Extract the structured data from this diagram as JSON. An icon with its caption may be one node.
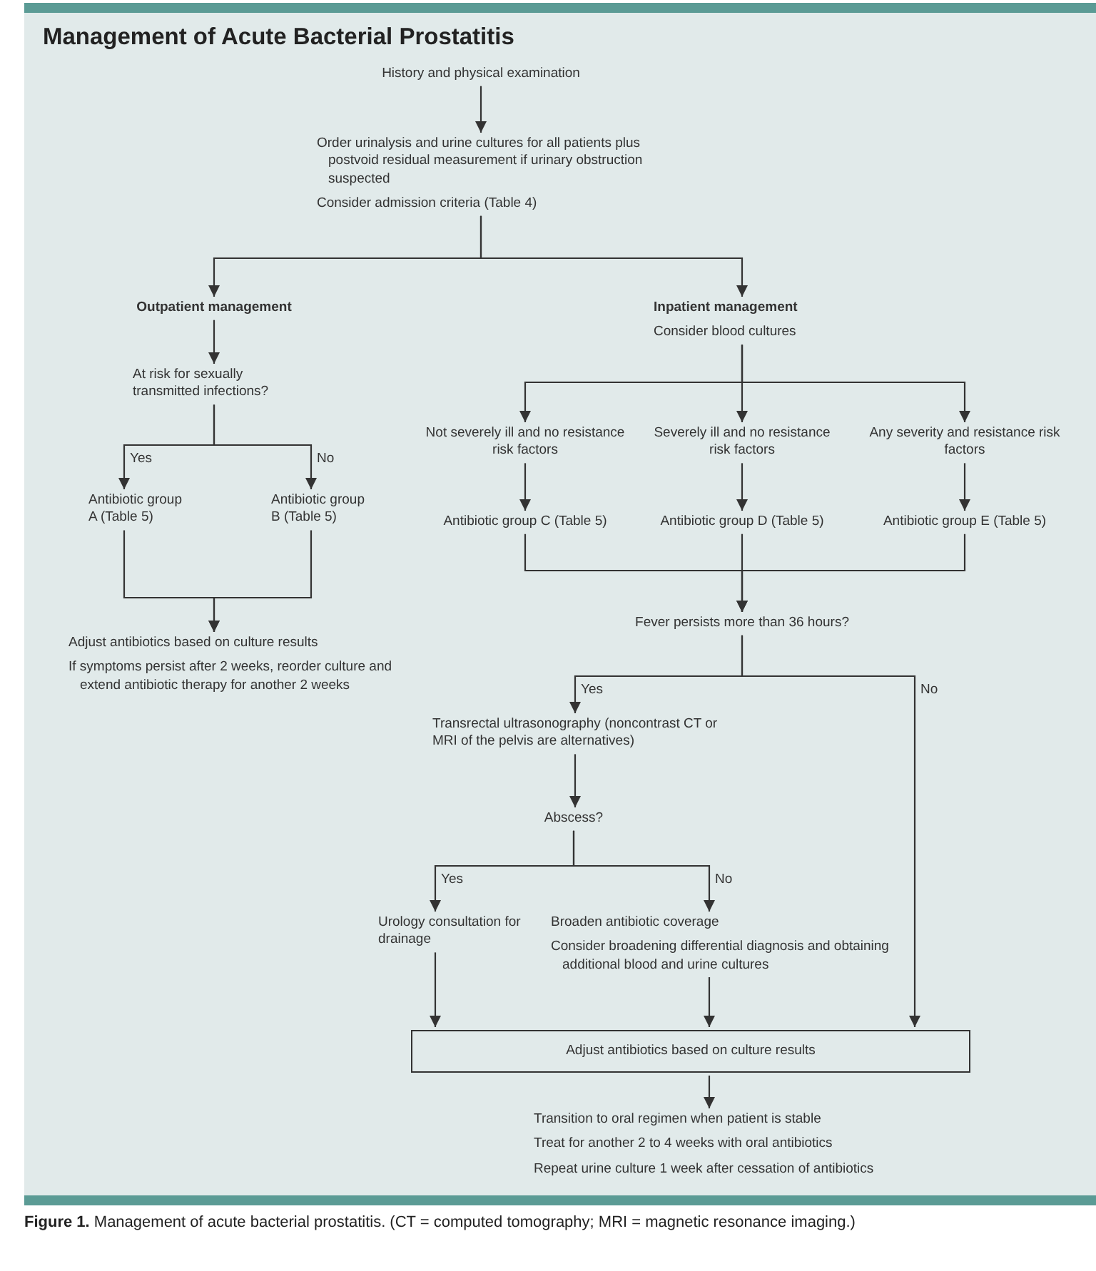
{
  "diagram": {
    "title": "Management of Acute Bacterial Prostatitis",
    "caption": "**Figure 1.** Management of acute bacterial prostatitis. (CT = computed tomography; MRI = magnetic resonance imaging.)",
    "nodes": [
      {
        "text": [
          "History and physical examination"
        ]
      },
      {
        "text": [
          "Order urinalysis and urine cultures for all patients plus postvoid residual measurement if urinary obstruction suspected",
          "Consider admission criteria (Table 4)"
        ]
      },
      {
        "text": [
          "Outpatient management"
        ]
      },
      {
        "text": [
          "Inpatient management",
          "Consider blood cultures"
        ]
      },
      {
        "text": [
          "At risk for sexually transmitted infections?"
        ]
      },
      {
        "text": [
          "Antibiotic group A (Table 5)"
        ]
      },
      {
        "text": [
          "Antibiotic group B (Table 5)"
        ]
      },
      {
        "text": [
          "Adjust antibiotics based on culture results",
          "If symptoms persist after 2 weeks, reorder culture and extend antibiotic therapy for another 2 weeks"
        ]
      },
      {
        "text": [
          "Not severely ill and no resistance risk factors"
        ]
      },
      {
        "text": [
          "Severely ill and no resistance risk factors"
        ]
      },
      {
        "text": [
          "Any severity and resistance risk factors"
        ]
      },
      {
        "text": [
          "Antibiotic group C (Table 5)"
        ]
      },
      {
        "text": [
          "Antibiotic group D (Table 5)"
        ]
      },
      {
        "text": [
          "Antibiotic group E (Table 5)"
        ]
      },
      {
        "text": [
          "Fever persists more than 36 hours?"
        ]
      },
      {
        "text": [
          "Transrectal ultrasonography (noncontrast CT or MRI of the pelvis are alternatives)"
        ]
      },
      {
        "text": [
          "Abscess?"
        ]
      },
      {
        "text": [
          "Urology consultation for drainage"
        ]
      },
      {
        "text": [
          "Broaden antibiotic coverage",
          "Consider broadening differential diagnosis and obtaining additional blood and urine cultures"
        ]
      },
      {
        "text": [
          "Adjust antibiotics based on culture results"
        ]
      },
      {
        "text": [
          "Transition to oral regimen when patient is stable",
          "Treat for another 2 to 4 weeks with oral antibiotics",
          "Repeat urine culture 1 week after cessation of antibiotics"
        ]
      }
    ],
    "edges": [
      {
        "from": 0,
        "to": 1,
        "arrow": "to"
      },
      {
        "from": 1,
        "to": 2,
        "arrow": "to"
      },
      {
        "from": 1,
        "to": 3,
        "arrow": "to"
      },
      {
        "from": 2,
        "to": 4,
        "arrow": "to"
      },
      {
        "from": 4,
        "to": 5,
        "arrow": "to",
        "label": "Yes"
      },
      {
        "from": 4,
        "to": 6,
        "arrow": "to",
        "label": "No"
      },
      {
        "from": 5,
        "to": 7,
        "arrow": "to"
      },
      {
        "from": 6,
        "to": 7,
        "arrow": "to"
      },
      {
        "from": 3,
        "to": 8,
        "arrow": "to"
      },
      {
        "from": 3,
        "to": 9,
        "arrow": "to"
      },
      {
        "from": 3,
        "to": 10,
        "arrow": "to"
      },
      {
        "from": 8,
        "to": 11,
        "arrow": "to"
      },
      {
        "from": 9,
        "to": 12,
        "arrow": "to"
      },
      {
        "from": 10,
        "to": 13,
        "arrow": "to"
      },
      {
        "from": 11,
        "to": 14,
        "arrow": "to"
      },
      {
        "from": 12,
        "to": 14,
        "arrow": "to"
      },
      {
        "from": 13,
        "to": 14,
        "arrow": "to"
      },
      {
        "from": 14,
        "to": 15,
        "arrow": "to",
        "label": "Yes"
      },
      {
        "from": 14,
        "to": 19,
        "arrow": "to",
        "label": "No"
      },
      {
        "from": 15,
        "to": 16,
        "arrow": "to"
      },
      {
        "from": 16,
        "to": 17,
        "arrow": "to",
        "label": "Yes"
      },
      {
        "from": 16,
        "to": 18,
        "arrow": "to",
        "label": "No"
      },
      {
        "from": 17,
        "to": 19,
        "arrow": "to"
      },
      {
        "from": 18,
        "to": 19,
        "arrow": "to"
      },
      {
        "from": 19,
        "to": 20,
        "arrow": "to"
      }
    ]
  }
}
